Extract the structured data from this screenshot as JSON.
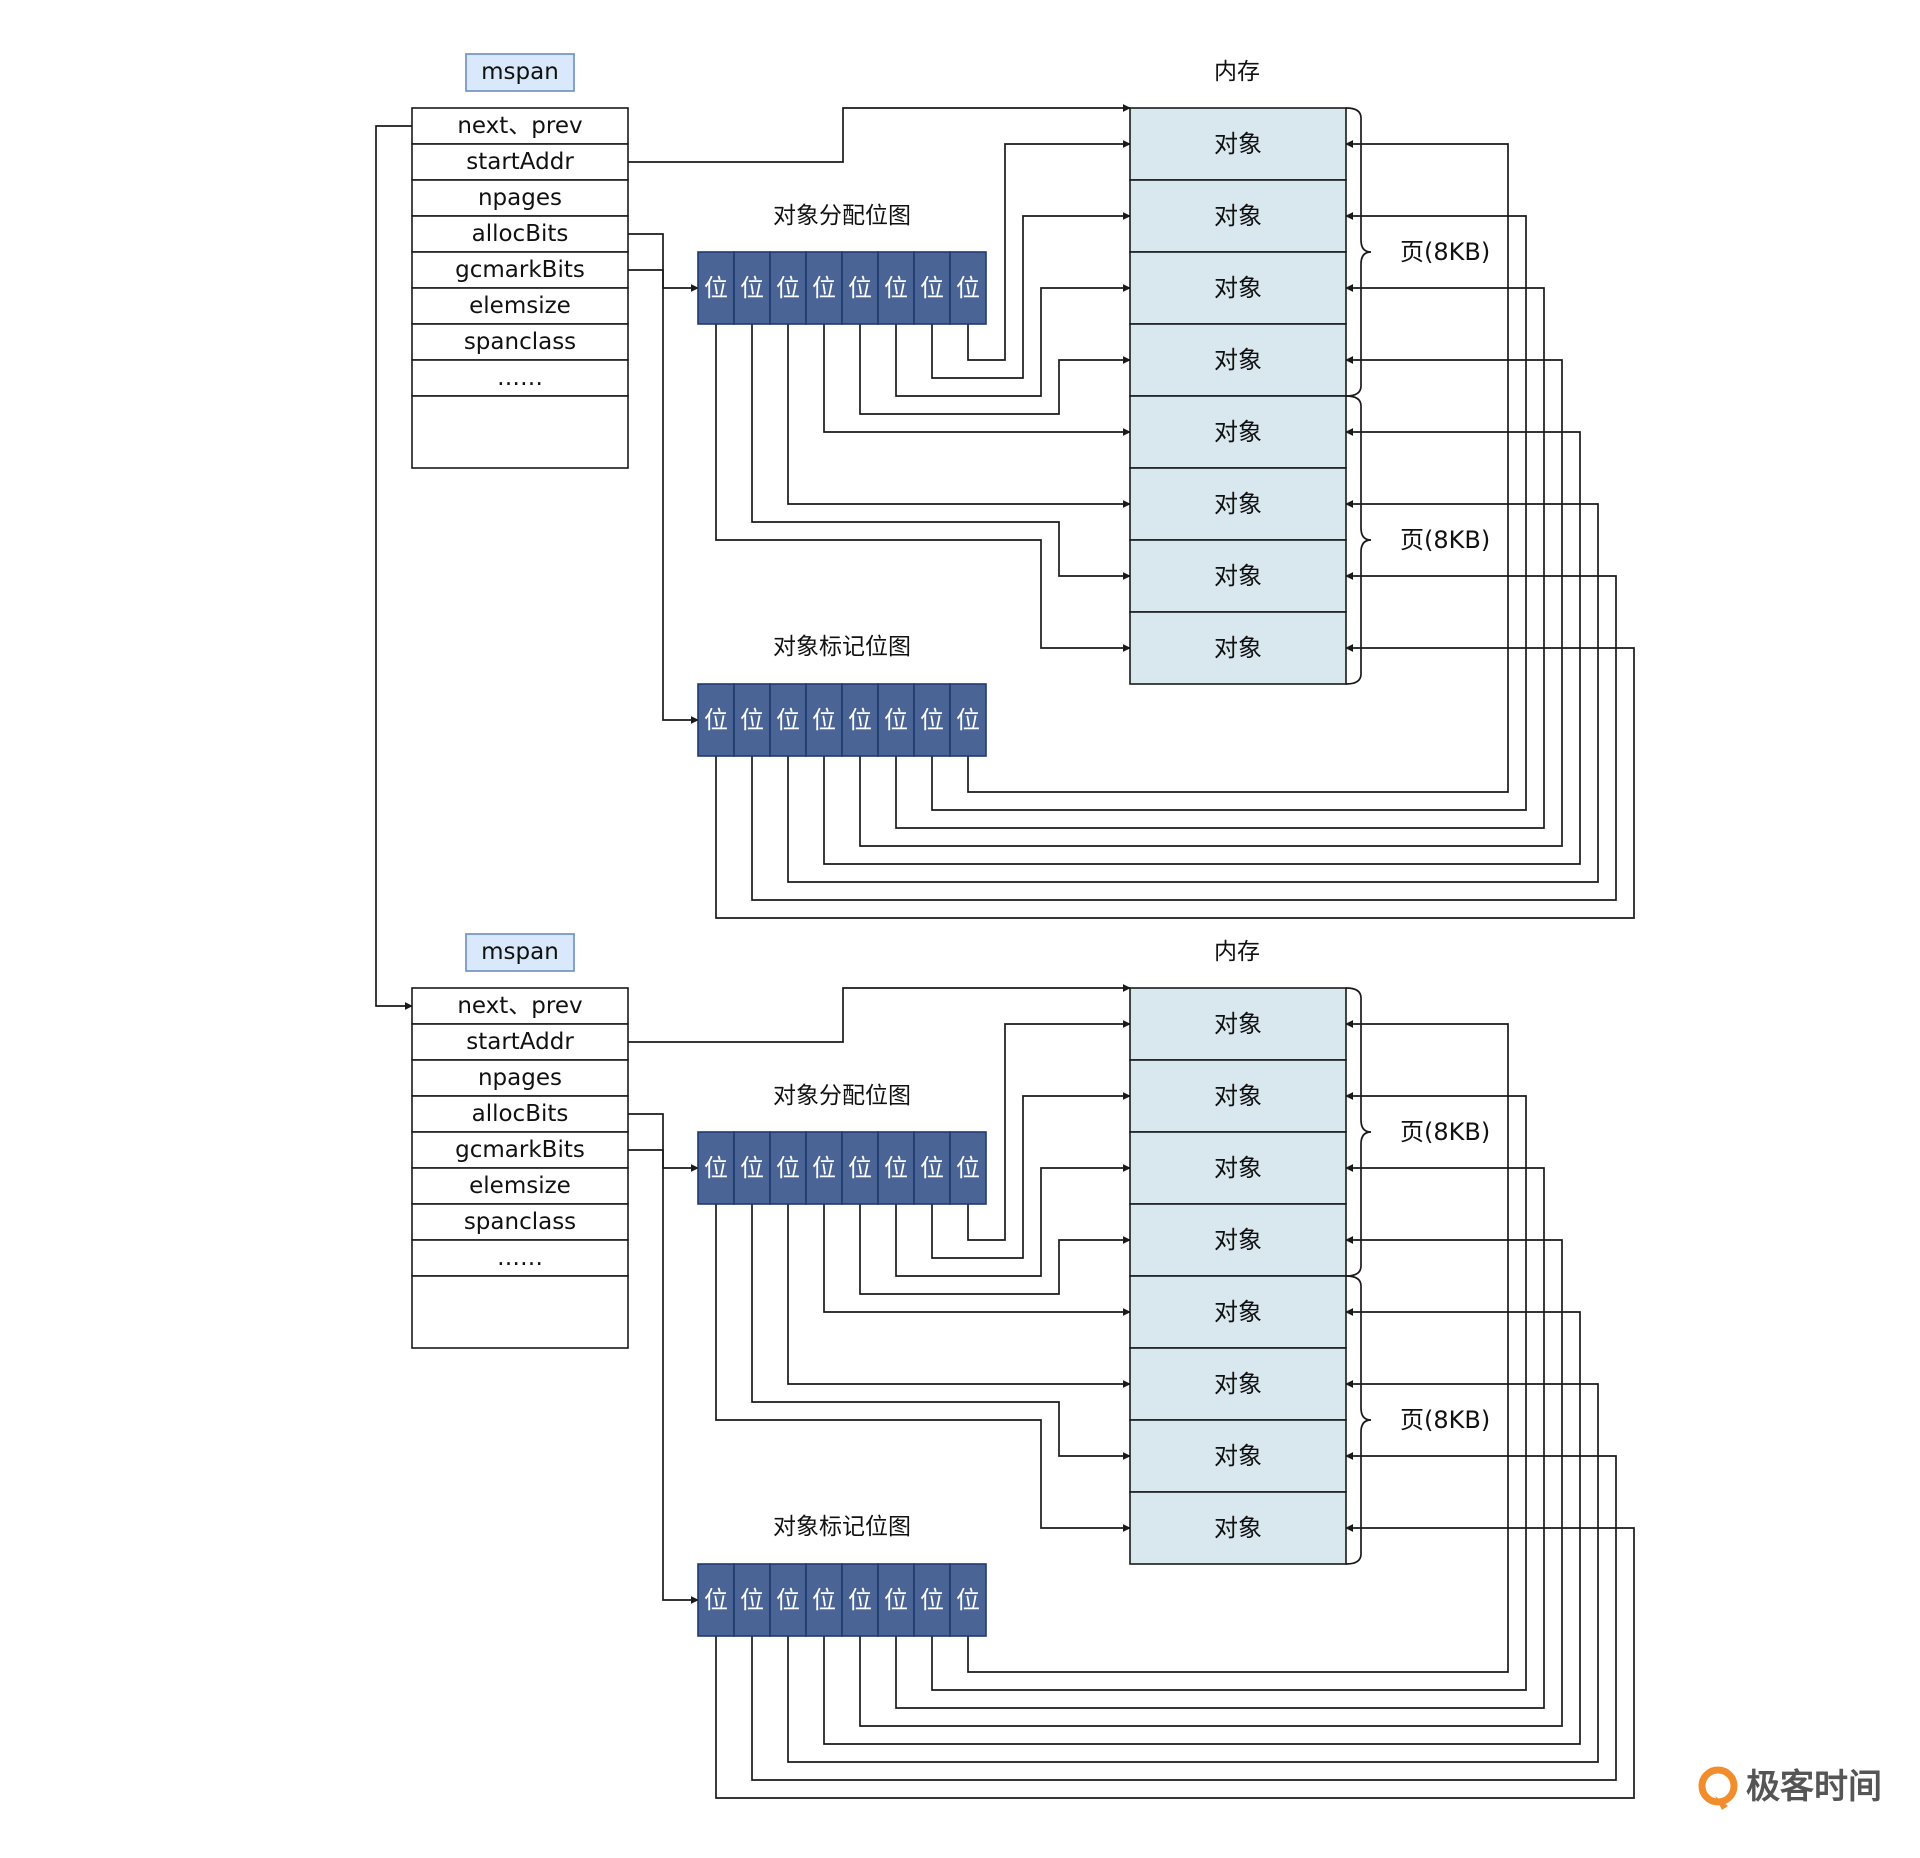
{
  "groups": [
    {
      "mspan_label": "mspan",
      "fields": [
        "next、prev",
        "startAddr",
        "npages",
        "allocBits",
        "gcmarkBits",
        "elemsize",
        "spanclass",
        "……",
        ""
      ],
      "alloc_bitmap_title": "对象分配位图",
      "mark_bitmap_title": "对象标记位图",
      "memory_title": "内存",
      "bit_label": "位",
      "bit_count": 8,
      "object_label": "对象",
      "object_count": 8,
      "pages": [
        "页(8KB)",
        "页(8KB)"
      ]
    },
    {
      "mspan_label": "mspan",
      "fields": [
        "next、prev",
        "startAddr",
        "npages",
        "allocBits",
        "gcmarkBits",
        "elemsize",
        "spanclass",
        "……",
        ""
      ],
      "alloc_bitmap_title": "对象分配位图",
      "mark_bitmap_title": "对象标记位图",
      "memory_title": "内存",
      "bit_label": "位",
      "bit_count": 8,
      "object_label": "对象",
      "object_count": 8,
      "pages": [
        "页(8KB)",
        "页(8KB)"
      ]
    }
  ],
  "watermark": {
    "text": "极客时间"
  },
  "colors": {
    "mspan_tag_fill": "#dae8fc",
    "mspan_tag_stroke": "#6c8ebf",
    "bit_fill": "#4a6496",
    "bit_stroke": "#1f3a6e",
    "object_fill": "#d9e8ee",
    "line": "#1a1a1a",
    "logo_orange": "#f28d2e"
  }
}
